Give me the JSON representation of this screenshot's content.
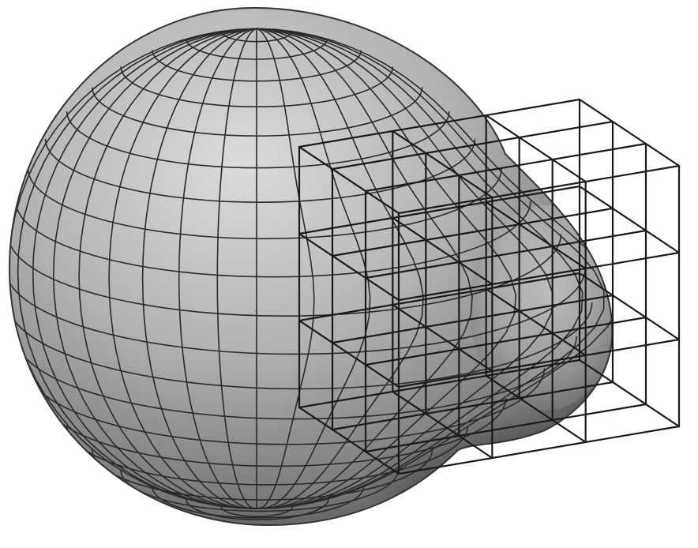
{
  "figure": {
    "subject": "deformed-sphere-with-lattice",
    "colors": {
      "background": "#ffffff",
      "surface_light": "#d9d9d9",
      "surface_mid": "#a6a6a6",
      "surface_dark": "#3f3f3f",
      "mesh_lines": "#2a2a2a",
      "lattice_lines": "#1a1a1a"
    },
    "lattice_divisions": [
      3,
      3,
      3
    ]
  }
}
